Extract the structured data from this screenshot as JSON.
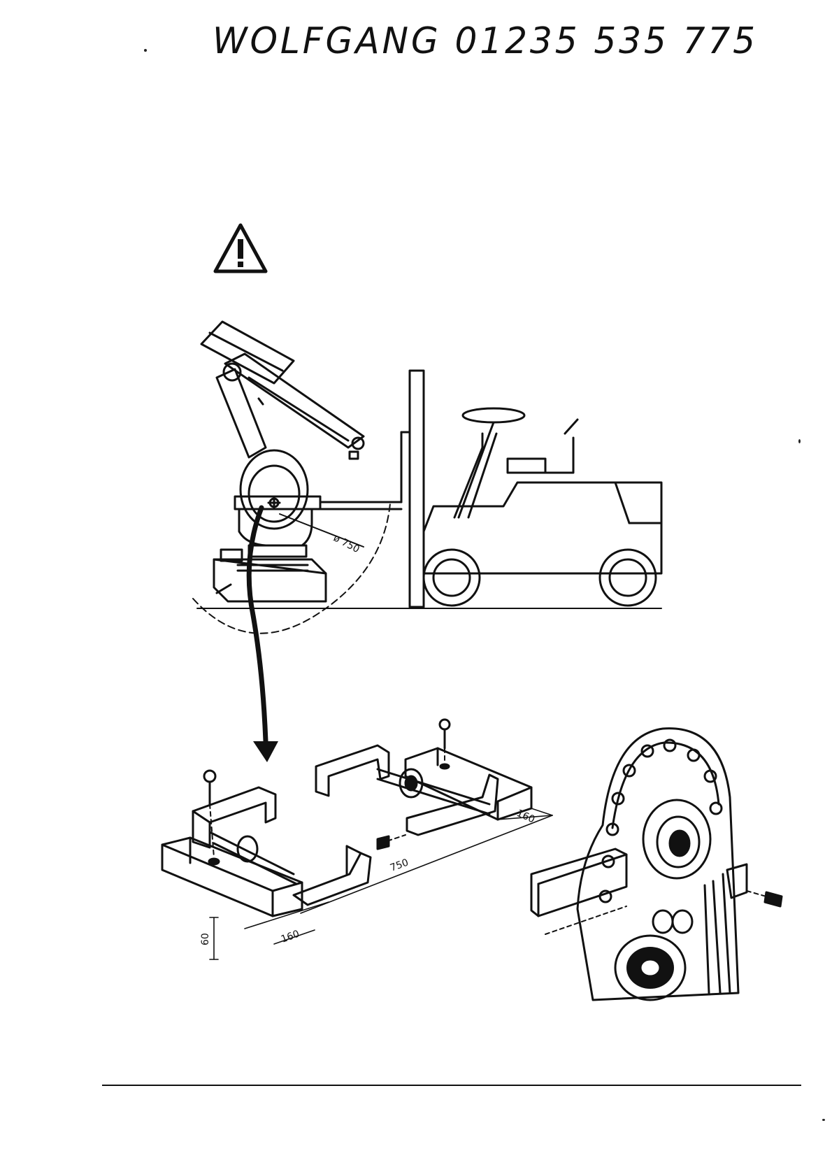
{
  "handwritten_note": "WOLFGANG 01235 535 775",
  "dimensions": {
    "swing_radius": "ø 750",
    "depth_right": "160",
    "length": "750",
    "depth_left": "160",
    "height": "60"
  },
  "colors": {
    "ink": "#111111",
    "paper": "#ffffff"
  },
  "icons": {
    "warning": "warning-triangle-icon"
  }
}
